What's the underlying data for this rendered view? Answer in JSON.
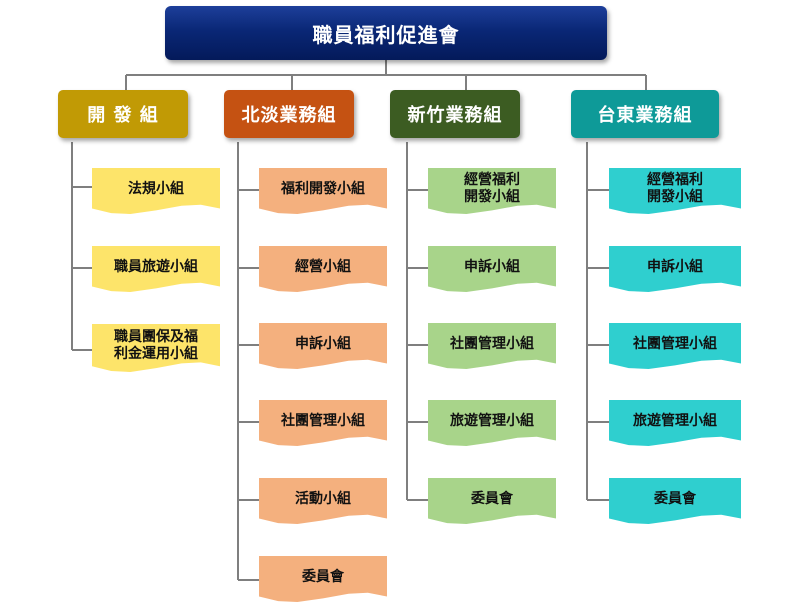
{
  "root": {
    "label": "職員福利促進會"
  },
  "departments": [
    {
      "label": "開 發 組",
      "color": "#c19a05",
      "teams": [
        "法規小組",
        "職員旅遊小組",
        "職員團保及福\n利金運用小組"
      ]
    },
    {
      "label": "北淡業務組",
      "color": "#c55212",
      "teams": [
        "福利開發小組",
        "經營小組",
        "申訴小組",
        "社團管理小組",
        "活動小組",
        "委員會"
      ]
    },
    {
      "label": "新竹業務組",
      "color": "#3c5c22",
      "teams": [
        "經營福利\n開發小組",
        "申訴小組",
        "社團管理小組",
        "旅遊管理小組",
        "委員會"
      ]
    },
    {
      "label": "台東業務組",
      "color": "#0e9a98",
      "teams": [
        "經營福利\n開發小組",
        "申訴小組",
        "社團管理小組",
        "旅遊管理小組",
        "委員會"
      ]
    }
  ]
}
